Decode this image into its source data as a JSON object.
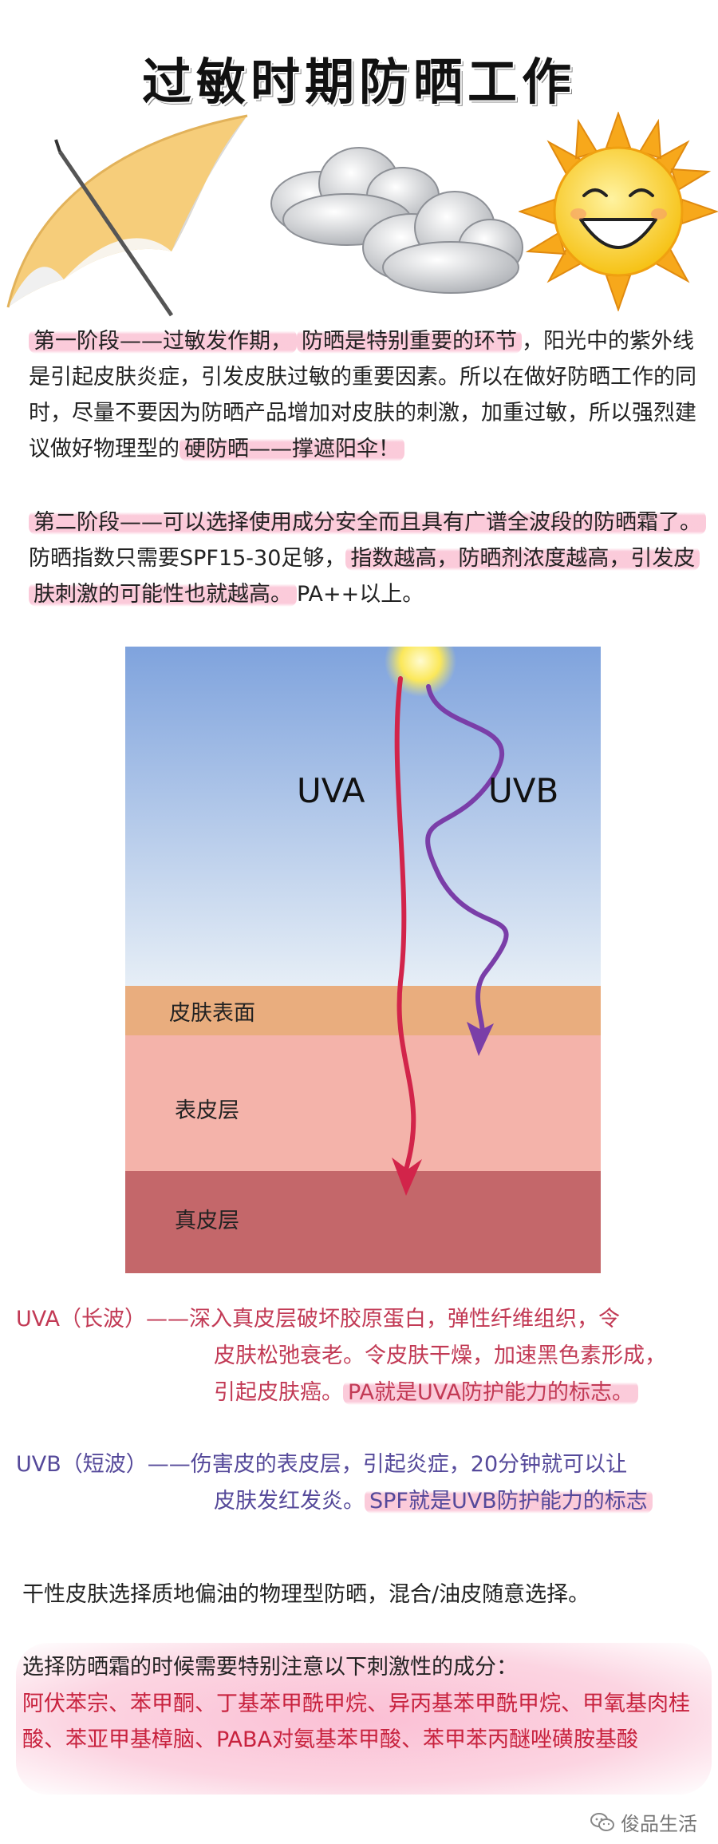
{
  "title": "过敏时期防晒工作",
  "stage1": {
    "lead": "第一阶段——过敏发作期，",
    "emphasis": "防晒是特别重要的环节",
    "body1": "，阳光中的紫外线是引起皮肤炎症，引发皮肤过敏的重要因素。所以在做好防晒工作的同时，尽量不要因为防晒产品增加对皮肤的刺激，加重过敏，所以强烈建议做好物理型的",
    "tail": "硬防晒——撑遮阳伞！"
  },
  "stage2": {
    "lead": "第二阶段——可以选择使用成分安全而且具有广谱全波段的防晒霜了。",
    "body": "防晒指数只需要SPF15-30足够，",
    "tail": "指数越高，防晒剂浓度越高，引发皮肤刺激的可能性也就越高。",
    "end": "PA++以上。"
  },
  "diagram": {
    "uva_label": "UVA",
    "uvb_label": "UVB",
    "layer1": "皮肤表面",
    "layer2": "表皮层",
    "layer3": "真皮层",
    "colors": {
      "sky_top": "#7fa3dd",
      "sky_bottom": "#e6eef6",
      "surface": "#e9ad7e",
      "epidermis": "#f4b3aa",
      "dermis": "#c4676a",
      "uva": "#d2244a",
      "uvb": "#7a3ea8"
    }
  },
  "uva": {
    "term": "UVA（长波）——",
    "line1": "深入真皮层破坏胶原蛋白，弹性纤维组织，令",
    "line2": "皮肤松弛衰老。令皮肤干燥，加速黑色素形成，",
    "line3": "引起皮肤癌。",
    "emphasis": "PA就是UVA防护能力的标志。"
  },
  "uvb": {
    "term": "UVB（短波）——",
    "line1": "伤害皮的表皮层，引起炎症，20分钟就可以让",
    "line2": "皮肤发红发炎。",
    "emphasis": "SPF就是UVB防护能力的标志"
  },
  "dry_skin_note": "干性皮肤选择质地偏油的物理型防晒，混合/油皮随意选择。",
  "ingredients": {
    "lead": "选择防晒霜的时候需要特别注意以下刺激性的成分：",
    "list": "阿伏苯宗、苯甲酮、丁基苯甲酰甲烷、异丙基苯甲酰甲烷、甲氧基肉桂酸、苯亚甲基樟脑、PABA对氨基苯甲酸、苯甲苯丙醚唑磺胺基酸"
  },
  "watermark": "俊品生活"
}
